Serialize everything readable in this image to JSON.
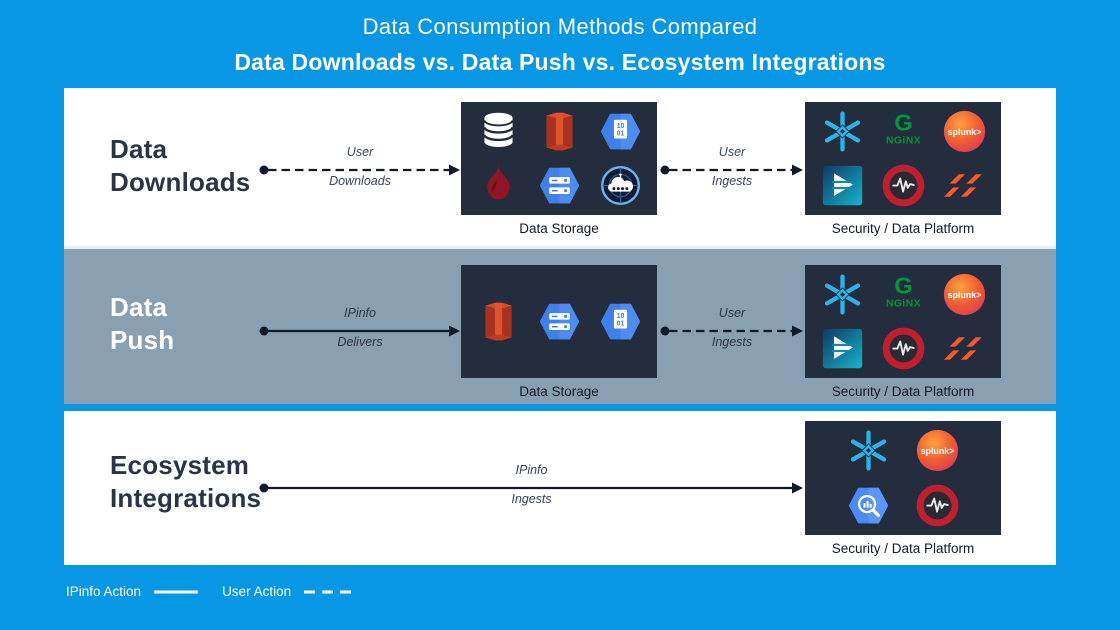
{
  "header": {
    "title": "Data Consumption Methods Compared",
    "subtitle": "Data Downloads vs. Data Push vs. Ecosystem Integrations"
  },
  "rows": [
    {
      "heading_line1": "Data",
      "heading_line2": "Downloads",
      "left_arrow": {
        "top": "User",
        "bottom": "Downloads",
        "type": "dashed"
      },
      "right_arrow": {
        "top": "User",
        "bottom": "Ingests",
        "type": "dashed"
      },
      "storage_caption": "Data Storage",
      "platform_caption": "Security / Data Platform",
      "storage_icons": [
        "database-icon",
        "aws-s3-icon",
        "gcp-data-file-icon",
        "backblaze-flame-icon",
        "google-cloud-storage-icon",
        "cloud-backup-icon"
      ],
      "platform_icons": [
        "snowflake-icon",
        "nginx-icon",
        "splunk-icon",
        "data-stream-icon",
        "pulse-ring-icon",
        "palo-alto-icon"
      ]
    },
    {
      "heading_line1": "Data",
      "heading_line2": "Push",
      "left_arrow": {
        "top": "IPinfo",
        "bottom": "Delivers",
        "type": "solid"
      },
      "right_arrow": {
        "top": "User",
        "bottom": "Ingests",
        "type": "dashed"
      },
      "storage_caption": "Data Storage",
      "platform_caption": "Security / Data Platform",
      "storage_icons": [
        "aws-s3-icon",
        "google-cloud-storage-icon",
        "gcp-data-file-icon"
      ],
      "platform_icons": [
        "snowflake-icon",
        "nginx-icon",
        "splunk-icon",
        "data-stream-icon",
        "pulse-ring-icon",
        "palo-alto-icon"
      ]
    },
    {
      "heading_line1": "Ecosystem",
      "heading_line2": "Integrations",
      "arrow": {
        "top": "IPinfo",
        "bottom": "Ingests",
        "type": "solid"
      },
      "platform_caption": "Security / Data Platform",
      "platform_icons": [
        "snowflake-icon",
        "splunk-icon",
        "bigquery-icon",
        "pulse-ring-icon"
      ]
    }
  ],
  "legend": {
    "ipinfo_label": "IPinfo Action",
    "user_label": "User Action"
  },
  "logos": {
    "splunk_text": "splunk>",
    "nginx_g": "G",
    "nginx_text": "NGiNX",
    "gcp_file_line1": "10",
    "gcp_file_line2": "01"
  },
  "colors": {
    "background_blue": "#0897e4",
    "panel_white": "#ffffff",
    "push_row_gray": "#89a0b2",
    "box_navy": "#232d3d",
    "heading_navy": "#2b3447",
    "arrow_black": "#111a26",
    "snowflake_blue": "#29b5e8",
    "nginx_green": "#009639",
    "splunk_orange": "#f15b33",
    "palo_alto_orange": "#fa582d",
    "gcp_blue": "#4285f4",
    "backblaze_red": "#8e1626"
  }
}
